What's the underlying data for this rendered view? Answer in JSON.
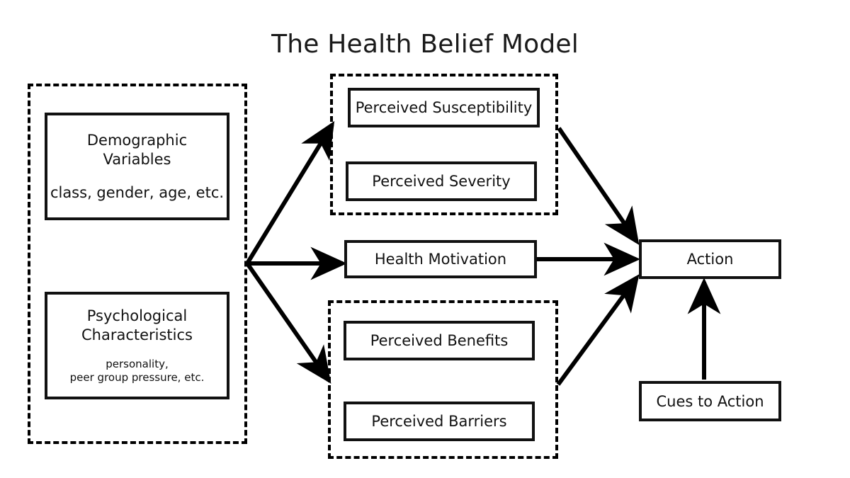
{
  "diagram": {
    "title": "The Health Belief Model",
    "background_color": "#ffffff",
    "line_color": "#000000",
    "text_color": "#111111",
    "groups": [
      {
        "name": "individual-characteristics-group",
        "style": "dashed"
      },
      {
        "name": "threat-perception-group",
        "style": "dashed"
      },
      {
        "name": "behavioral-evaluation-group",
        "style": "dashed"
      }
    ],
    "nodes": {
      "demographic_variables": {
        "title": "Demographic\nVariables",
        "sub": "class, gender, age, etc."
      },
      "psychological_characteristics": {
        "title": "Psychological\nCharacteristics",
        "sub": "personality,\npeer group pressure, etc."
      },
      "perceived_susceptibility": {
        "label": "Perceived Susceptibility"
      },
      "perceived_severity": {
        "label": "Perceived Severity"
      },
      "health_motivation": {
        "label": "Health Motivation"
      },
      "perceived_benefits": {
        "label": "Perceived Benefits"
      },
      "perceived_barriers": {
        "label": "Perceived Barriers"
      },
      "action": {
        "label": "Action"
      },
      "cues_to_action": {
        "label": "Cues to Action"
      }
    },
    "arrows": [
      {
        "name": "arrow-to-threat-group",
        "from": "individual-characteristics-group",
        "to": "threat-perception-group"
      },
      {
        "name": "arrow-to-health-motivation",
        "from": "individual-characteristics-group",
        "to": "health_motivation"
      },
      {
        "name": "arrow-to-behavioral-evaluation-group",
        "from": "individual-characteristics-group",
        "to": "behavioral-evaluation-group"
      },
      {
        "name": "arrow-threat-to-action",
        "from": "threat-perception-group",
        "to": "action"
      },
      {
        "name": "arrow-motivation-to-action",
        "from": "health_motivation",
        "to": "action"
      },
      {
        "name": "arrow-evaluation-to-action",
        "from": "behavioral-evaluation-group",
        "to": "action"
      },
      {
        "name": "arrow-cues-to-action",
        "from": "cues_to_action",
        "to": "action"
      }
    ]
  }
}
